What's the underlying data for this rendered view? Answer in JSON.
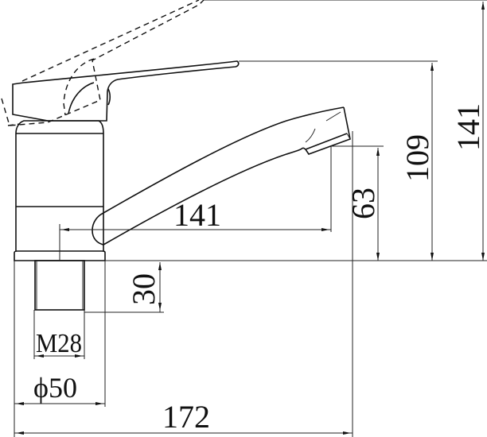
{
  "drawing": {
    "subject": "single-lever faucet side elevation",
    "line_color": "#111111",
    "background": "#ffffff"
  },
  "dimensions": {
    "total_height": {
      "value": "141",
      "unit": "mm",
      "orientation": "vertical"
    },
    "lever_top_height": {
      "value": "109",
      "unit": "mm",
      "orientation": "vertical"
    },
    "spout_outlet_height": {
      "value": "63",
      "unit": "mm",
      "orientation": "vertical"
    },
    "spout_reach": {
      "value": "141",
      "unit": "mm",
      "orientation": "horizontal"
    },
    "shank_length": {
      "value": "30",
      "unit": "mm",
      "orientation": "vertical"
    },
    "thread_size": {
      "value": "M28",
      "orientation": "horizontal"
    },
    "base_diameter": {
      "value": "ϕ50",
      "unit": "mm",
      "orientation": "horizontal"
    },
    "overall_length": {
      "value": "172",
      "unit": "mm",
      "orientation": "horizontal"
    }
  }
}
